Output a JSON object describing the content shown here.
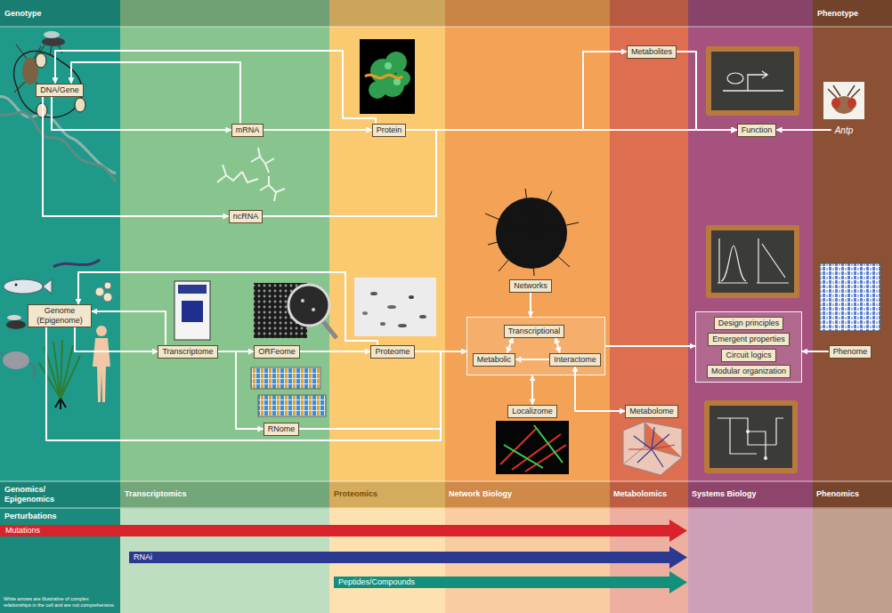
{
  "diagram": {
    "nodes": [
      {
        "text": [
          "DNA/Gene"
        ]
      },
      {
        "text": [
          "mRNA"
        ]
      },
      {
        "text": [
          "Protein"
        ]
      },
      {
        "text": [
          "ncRNA"
        ]
      },
      {
        "text": [
          "Metabolites"
        ]
      },
      {
        "text": [
          "Function"
        ]
      },
      {
        "text": [
          "Antp"
        ]
      },
      {
        "text": [
          "Genome (Epigenome)"
        ]
      },
      {
        "text": [
          "Transcriptome"
        ]
      },
      {
        "text": [
          "ORFeome"
        ]
      },
      {
        "text": [
          "RNome"
        ]
      },
      {
        "text": [
          "Proteome"
        ]
      },
      {
        "text": [
          "Networks"
        ]
      },
      {
        "text": []
      },
      {
        "text": [
          "Transcriptional"
        ],
        "in": 13
      },
      {
        "text": [
          "Metabolic"
        ],
        "in": 13
      },
      {
        "text": [
          "Interactome"
        ],
        "in": 13
      },
      {
        "text": [
          "Localizome"
        ]
      },
      {
        "text": [
          "Metabolome"
        ]
      },
      {
        "text": []
      },
      {
        "text": [
          "Design principles"
        ],
        "in": 19
      },
      {
        "text": [
          "Emergent properties"
        ],
        "in": 19
      },
      {
        "text": [
          "Circuit logics"
        ],
        "in": 19
      },
      {
        "text": [
          "Modular organization"
        ],
        "in": 19
      },
      {
        "text": [
          "Phenome"
        ]
      }
    ],
    "edges": [
      {
        "from": 0,
        "to": 1,
        "arrow": "to"
      },
      {
        "from": 1,
        "to": 2,
        "arrow": "to"
      },
      {
        "from": 2,
        "to": 5,
        "arrow": "to"
      },
      {
        "from": 2,
        "to": 4,
        "arrow": "to"
      },
      {
        "from": 4,
        "to": 5,
        "arrow": "to"
      },
      {
        "from": 1,
        "to": 0,
        "arrow": "to"
      },
      {
        "from": 2,
        "to": 0,
        "arrow": "to"
      },
      {
        "from": 0,
        "to": 3,
        "arrow": "to"
      },
      {
        "from": 3,
        "to": 5,
        "arrow": "to"
      },
      {
        "from": 6,
        "to": 5,
        "arrow": "to"
      },
      {
        "from": 7,
        "to": 8,
        "arrow": "to"
      },
      {
        "from": 8,
        "to": 9,
        "arrow": "to"
      },
      {
        "from": 9,
        "to": 11,
        "arrow": "to"
      },
      {
        "from": 8,
        "to": 10,
        "arrow": "to"
      },
      {
        "from": 10,
        "to": 13,
        "arrow": "to"
      },
      {
        "from": 11,
        "to": 13,
        "arrow": "to"
      },
      {
        "from": 7,
        "to": 13,
        "arrow": "to"
      },
      {
        "from": 11,
        "to": 7,
        "arrow": "to"
      },
      {
        "from": 8,
        "to": 7,
        "arrow": "to"
      },
      {
        "from": 12,
        "to": 13,
        "arrow": "to"
      },
      {
        "from": 14,
        "to": 15,
        "arrow": "both"
      },
      {
        "from": 14,
        "to": 16,
        "arrow": "both"
      },
      {
        "from": 16,
        "to": 15,
        "arrow": "to"
      },
      {
        "from": 17,
        "to": 13,
        "arrow": "both"
      },
      {
        "from": 16,
        "to": 18,
        "arrow": "both"
      },
      {
        "from": 13,
        "to": 19,
        "arrow": "to"
      },
      {
        "from": 24,
        "to": 19,
        "arrow": "to"
      }
    ],
    "labels": [
      "Genotype",
      "Phenotype",
      "Genomics/ Epigenomics",
      "Transcriptomics",
      "Proteomics",
      "Network Biology",
      "Metabolomics",
      "Systems Biology",
      "Phenomics",
      "Perturbations",
      "Mutations",
      "RNAi",
      "Peptides/Compounds",
      "White arrows are illustrative of complex relationships in the cell and are not comprehensive."
    ]
  }
}
